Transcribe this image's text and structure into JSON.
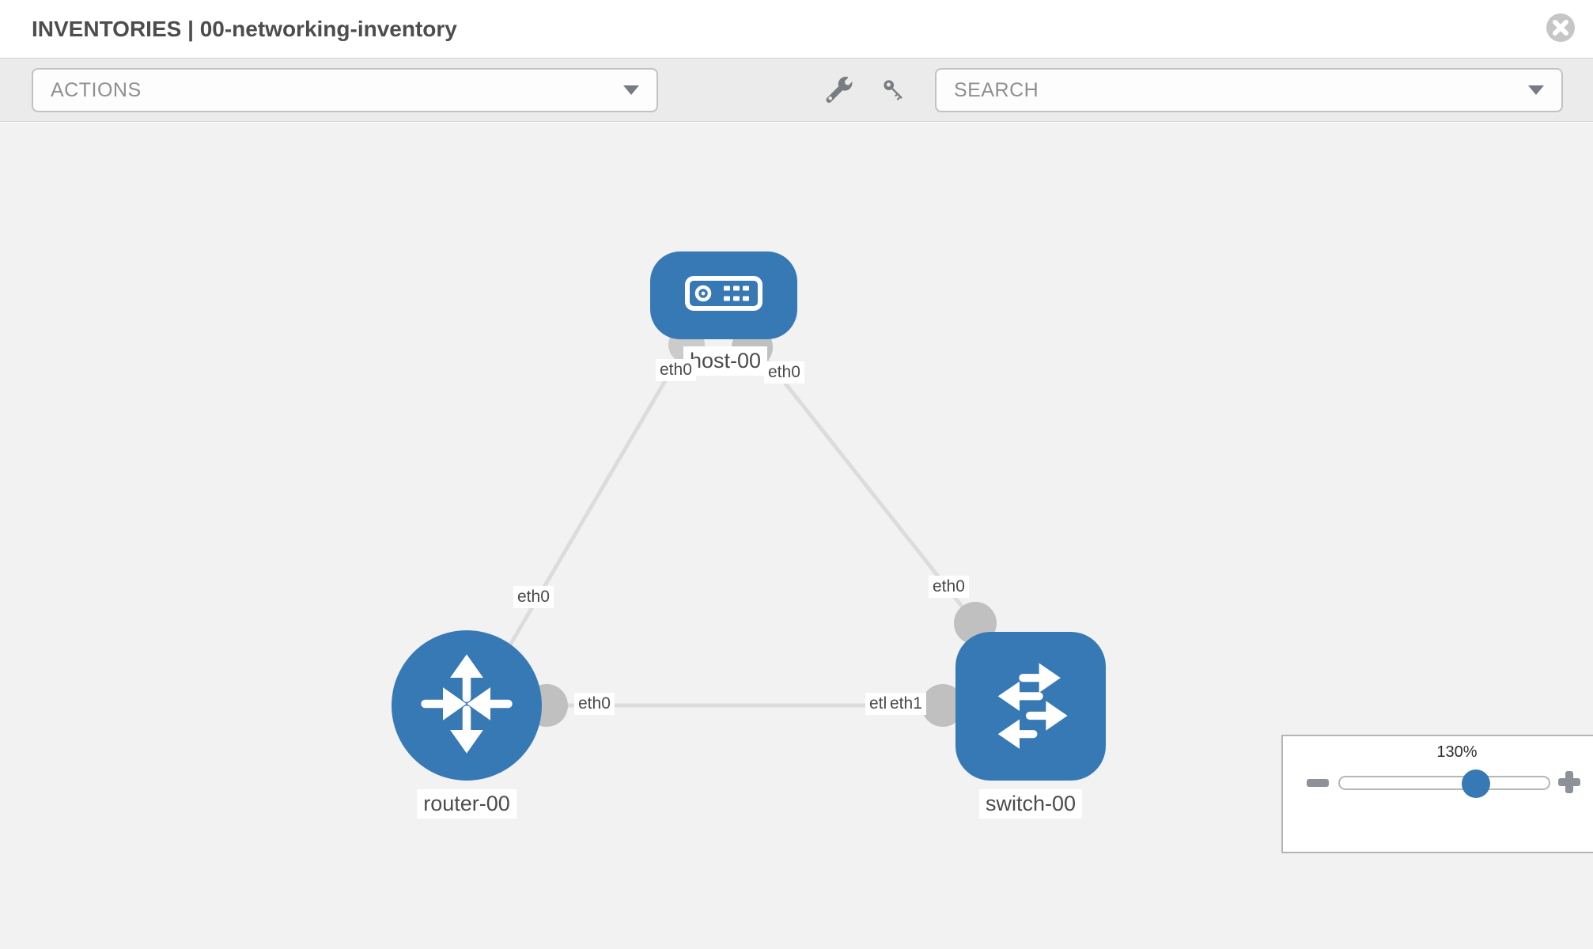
{
  "window": {
    "title": "INVENTORIES | 00-networking-inventory"
  },
  "toolbar": {
    "actions_label": "ACTIONS",
    "search_label": "SEARCH",
    "tools": [
      "wrench-icon",
      "key-icon"
    ]
  },
  "topology": {
    "nodes": [
      {
        "label": "host-00",
        "type": "host"
      },
      {
        "label": "router-00",
        "type": "router"
      },
      {
        "label": "switch-00",
        "type": "switch"
      }
    ],
    "links": [
      {
        "from": "host-00",
        "to": "router-00",
        "from_label": "eth0",
        "to_label": "eth0"
      },
      {
        "from": "host-00",
        "to": "switch-00",
        "from_label": "eth0",
        "to_label": "eth0"
      },
      {
        "from": "router-00",
        "to": "switch-00",
        "from_label": "eth0",
        "to_labels": [
          "eth0",
          "eth1"
        ]
      }
    ]
  },
  "zoom_control": {
    "value": "130%"
  },
  "colors": {
    "node_blue": "#3779b5",
    "link_gray": "#dcdcdc",
    "connector_gray": "#c0c0c0",
    "canvas_bg": "#f2f2f2",
    "toolbar_bg": "#ebebeb"
  }
}
